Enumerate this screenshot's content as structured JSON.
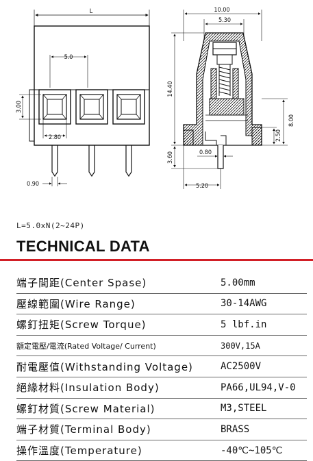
{
  "drawing": {
    "front": {
      "length_label": "L",
      "pitch_label": "5.0",
      "height_label": "3.00",
      "width_label": "2.80",
      "pin_label": "0.90"
    },
    "side": {
      "depth_label": "10.00",
      "inner_label": "5.30",
      "height_label": "14.40",
      "pin_offset_label": "8.00",
      "low_label": "2.50",
      "pin_len_label": "3.60",
      "pin_thk_label": "0.80",
      "base_label": "5.20"
    }
  },
  "formula": "L=5.0xN(2~24P)",
  "section_title": "TECHNICAL DATA",
  "accent_color": "#d21f26",
  "specs": [
    {
      "label": "端子間距(Center Spase)",
      "value": "5.00mm"
    },
    {
      "label": "壓線範圍(Wire Range)",
      "value": "30-14AWG"
    },
    {
      "label": "螺釘扭矩(Screw Torque)",
      "value": "5 lbf.in"
    },
    {
      "label": "額定電壓/電流(Rated Voltage/ Current)",
      "value": "300V,15A"
    },
    {
      "label": "耐電壓值(Withstanding Voltage)",
      "value": "AC2500V"
    },
    {
      "label": "絕緣材料(Insulation Body)",
      "value": "PA66,UL94,V-0"
    },
    {
      "label": "螺釘材質(Screw Material)",
      "value": "M3,STEEL"
    },
    {
      "label": "端子材質(Terminal Body)",
      "value": "BRASS"
    },
    {
      "label": "操作溫度(Temperature)",
      "value": "-40℃~105℃"
    }
  ]
}
